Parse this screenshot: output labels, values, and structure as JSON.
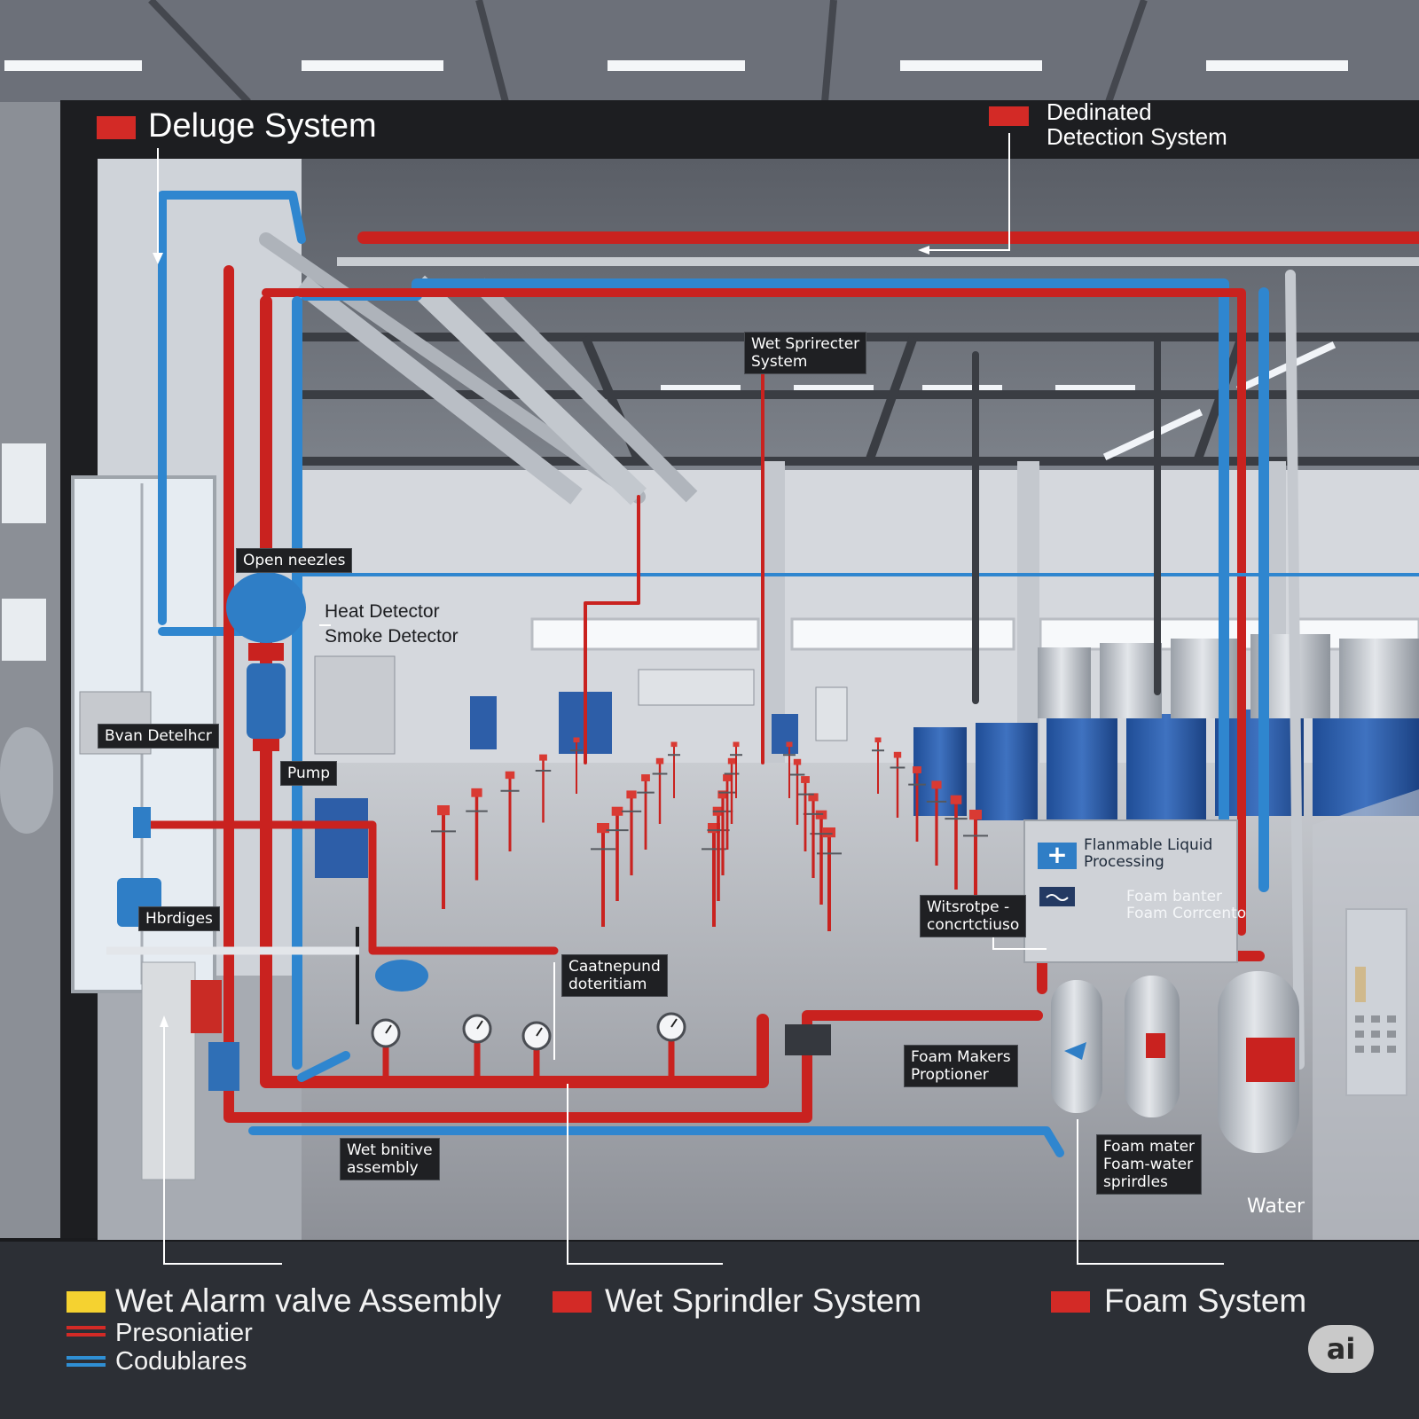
{
  "header": {
    "left_legend": {
      "label": "Deluge System",
      "color": "#d32a26"
    },
    "right_legend": {
      "label": "Dedinated\nDetection System",
      "color": "#d32a26"
    }
  },
  "callouts": {
    "wet_sprinkler_top": "Wet Sprirecter\nSystem",
    "open_nozzles": "Open neezles",
    "heat_detector": "Heat Detector",
    "smoke_detector": "Smoke Detector",
    "beam_detector": "Bvan Detelhcr",
    "pump": "Pump",
    "hydrants": "Hbrdiges",
    "conc_center": "Caatnepund\ndoteritiam",
    "water_conc": "Witsrotpe -\nconcrtctiuso",
    "foam_makers": "Foam Makers\nProptioner",
    "wet_alarm_assembly": "Wet bnitive\nassembly",
    "foam_water": "Foam mater\nFoam-water\nsprirdles",
    "water": "Water"
  },
  "panel": {
    "title": "Flanmable Liquid\nProcessing",
    "subtitle": "Foam banter\nFoam Corrcento"
  },
  "legend": {
    "items": [
      {
        "label": "Wet Alarm valve Assembly",
        "color": "#f5d230"
      },
      {
        "label": "Wet Sprindler System",
        "color": "#d32a26"
      },
      {
        "label": "Foam System",
        "color": "#d32a26"
      }
    ],
    "lines": [
      {
        "label": "Presoniatier",
        "color": "#d32a26"
      },
      {
        "label": "Codublares",
        "color": "#2f8fd4"
      }
    ]
  },
  "badge": "ai",
  "colors": {
    "pipe_red": "#d32a26",
    "pipe_blue": "#2f86cf",
    "frame": "#1d1e21"
  }
}
